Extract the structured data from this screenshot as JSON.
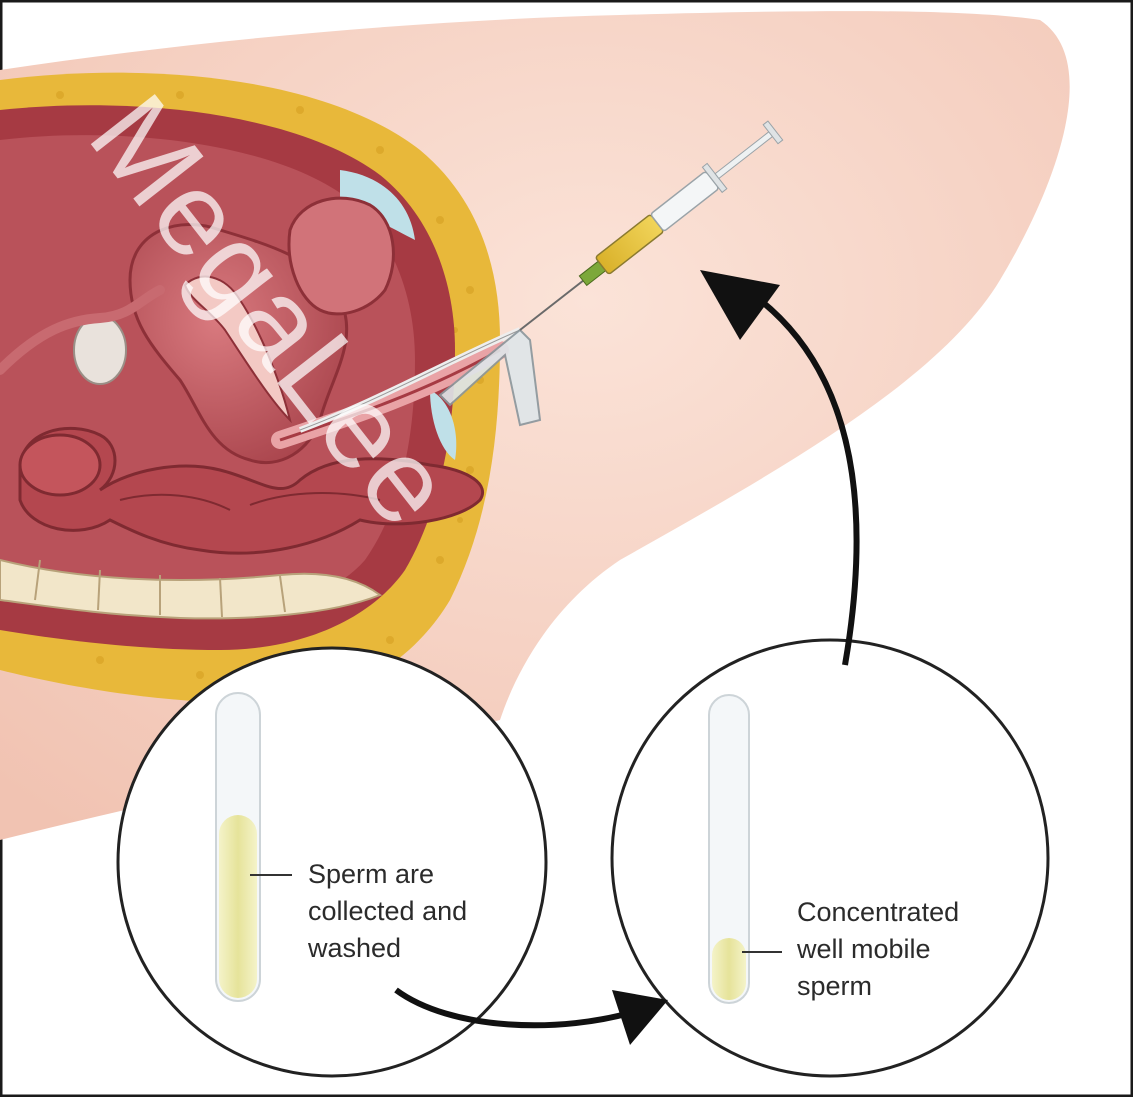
{
  "labels": {
    "washed": "Sperm are\ncollected and\nwashed",
    "concentrated": "Concentrated\nwell mobile\nsperm"
  },
  "watermark": {
    "text": "MegaLee"
  },
  "colors": {
    "skin": "#f6d2c4",
    "fat": "#e8b83a",
    "uterus": "#c25b62",
    "muscle": "#a63a43",
    "semen_fluid": "#ecebb0",
    "arrow": "#111111"
  }
}
